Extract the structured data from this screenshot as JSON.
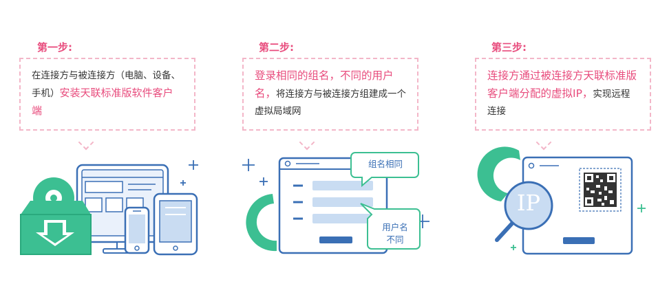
{
  "steps": [
    {
      "title": "第一步:",
      "text_plain": "在连接方与被连接方（电脑、设备、手机）",
      "text_highlight": "安装天联标准版软件客户端"
    },
    {
      "title": "第二步:",
      "text_highlight": "登录相同的组名，不同的用户名，",
      "text_plain": "将连接方与被连接方组建成一个虚拟局域网",
      "tag_group": "组名相同",
      "tag_user_line1": "用户名",
      "tag_user_line2": "不同"
    },
    {
      "title": "第三步:",
      "text_highlight": "连接方通过被连接方天联标准版客户端分配的虚拟IP，",
      "text_plain": "实现远程连接",
      "ip_label": "IP"
    }
  ],
  "colors": {
    "pink": "#e84c7d",
    "dash": "#f3b6c8",
    "green": "#3cbf92",
    "blue": "#3a6fb5",
    "light_blue": "#c9dcf2"
  }
}
